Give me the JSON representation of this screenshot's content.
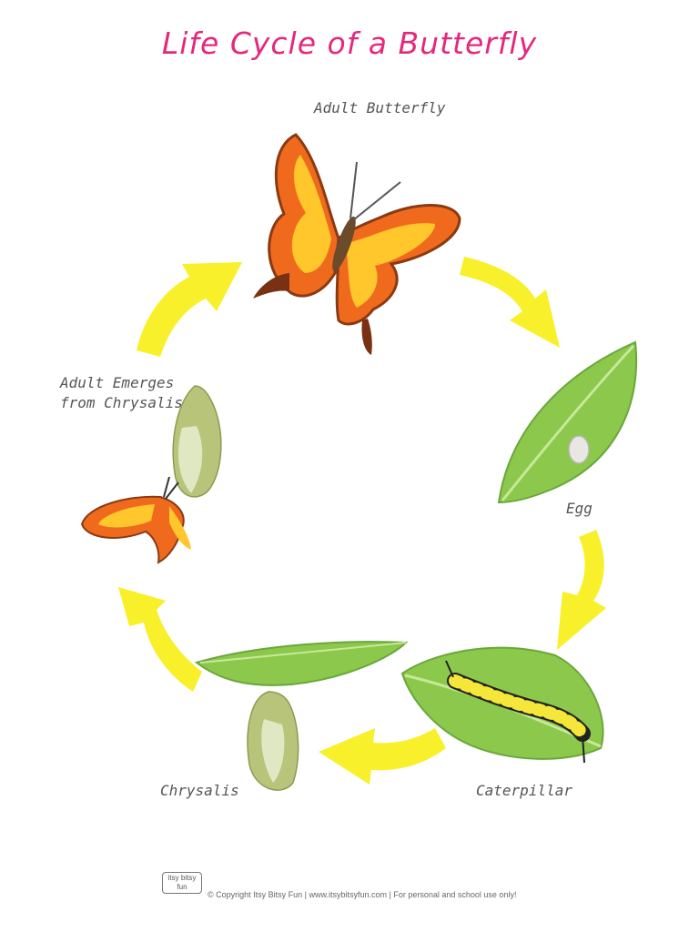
{
  "title": "Life Cycle of a Butterfly",
  "stages": {
    "adult": "Adult Butterfly",
    "egg": "Egg",
    "caterpillar": "Caterpillar",
    "chrysalis": "Chrysalis",
    "emerge_line1": "Adult Emerges",
    "emerge_line2": "from Chrysalis"
  },
  "footer": {
    "logo_line1": "itsy bitsy",
    "logo_line2": "fun",
    "copyright": "© Copyright Itsy Bitsy Fun | www.itsybitsyfun.com | For personal and school use only!"
  },
  "colors": {
    "title": "#e6287d",
    "arrow": "#f8f02a",
    "leaf": "#8cc84b",
    "wing_orange": "#f06a1e",
    "wing_yellow": "#ffc72c"
  }
}
